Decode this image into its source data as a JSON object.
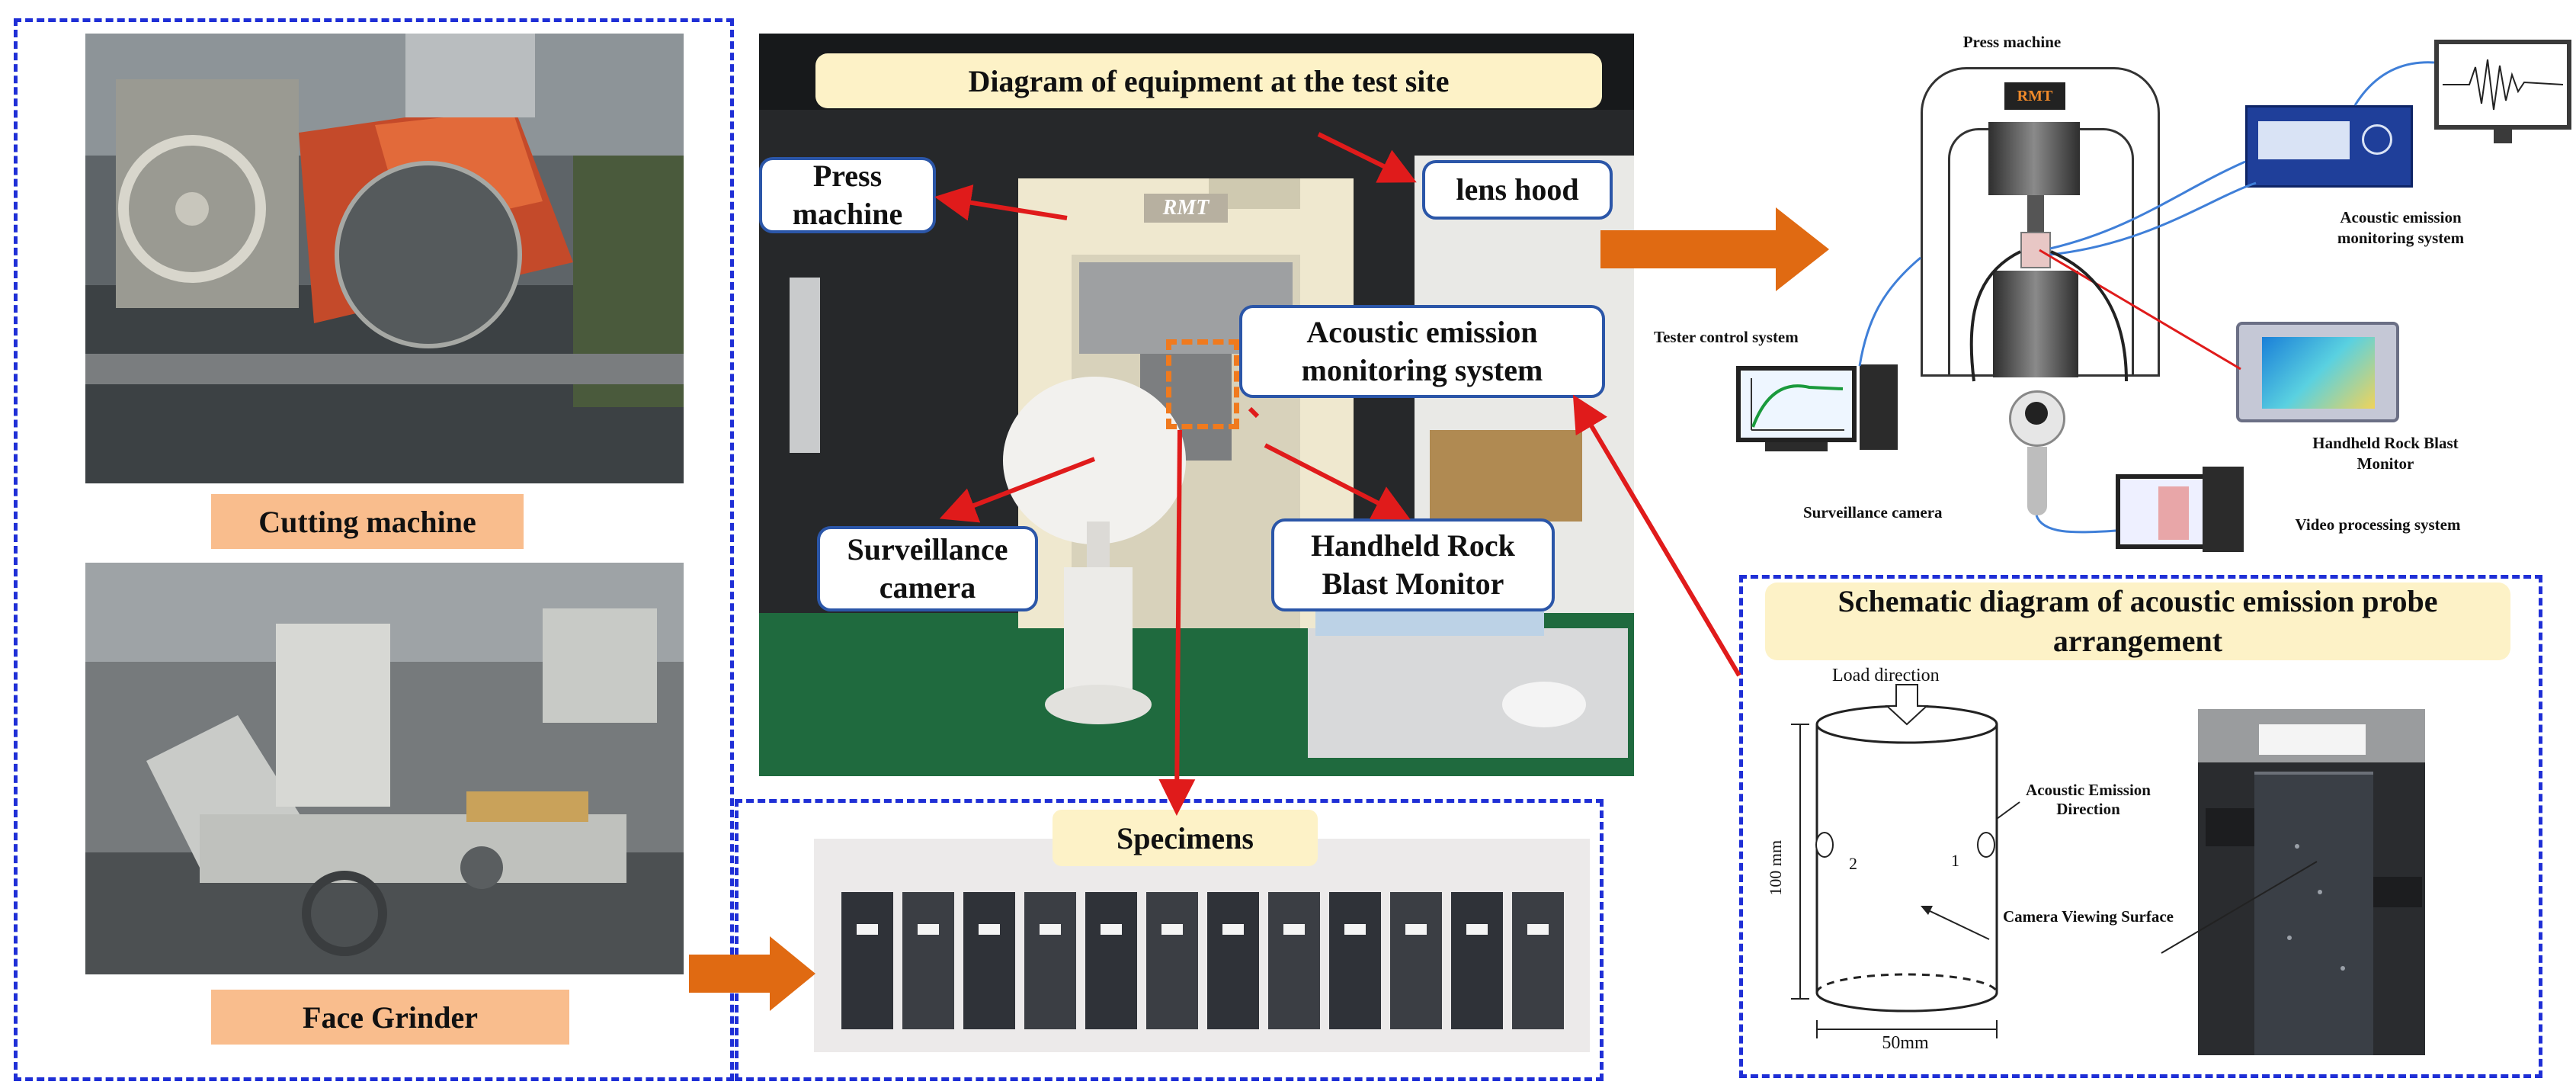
{
  "left_panel": {
    "cutting_label": "Cutting machine",
    "grinder_label": "Face Grinder"
  },
  "site": {
    "title": "Diagram of equipment at the test site",
    "callouts": {
      "press": "Press machine",
      "lens": "lens hood",
      "ae": "Acoustic emission monitoring system",
      "camera": "Surveillance camera",
      "handheld": "Handheld Rock Blast Monitor"
    },
    "machine_brand": "RMT"
  },
  "specimens": {
    "label": "Specimens"
  },
  "schematic": {
    "press_machine": "Press machine",
    "brand": "RMT",
    "acoustic": "Acoustic emission monitoring system",
    "tester": "Tester control system",
    "handheld": "Handheld Rock Blast Monitor",
    "camera": "Surveillance camera",
    "video": "Video processing system"
  },
  "probe": {
    "title": "Schematic diagram of acoustic emission probe arrangement",
    "load": "Load direction",
    "ae_dir": "Acoustic Emission Direction",
    "camera_surface": "Camera Viewing Surface",
    "height": "100 mm",
    "width": "50mm",
    "probe1": "1",
    "probe2": "2"
  },
  "colors": {
    "frame_dash": "#1f2fd6",
    "arrow_orange": "#e06a12",
    "arrow_red": "#e01b1b",
    "label_orange": "#f9bd8d",
    "label_cream": "#fdf2c7"
  }
}
